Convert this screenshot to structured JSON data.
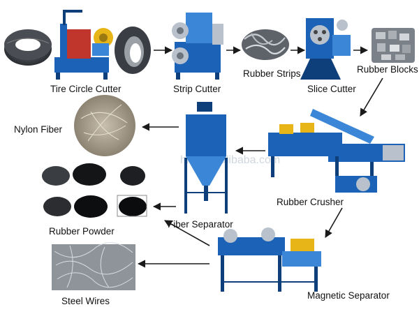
{
  "watermark": "hnst.en.alibaba.com",
  "colors": {
    "machine_blue": "#1c63b8",
    "arrow": "#1a1a1a",
    "text": "#111111"
  },
  "steps": {
    "tire_circle_cutter": "Tire Circle Cutter",
    "strip_cutter": "Strip Cutter",
    "rubber_strips": "Rubber Strips",
    "slice_cutter": "Slice Cutter",
    "rubber_blocks": "Rubber Blocks",
    "rubber_crusher": "Rubber Crusher",
    "fiber_separator": "Fiber Separator",
    "nylon_fiber": "Nylon Fiber",
    "rubber_powder": "Rubber Powder",
    "magnetic_separator": "Magnetic Separator",
    "steel_wires": "Steel Wires"
  }
}
